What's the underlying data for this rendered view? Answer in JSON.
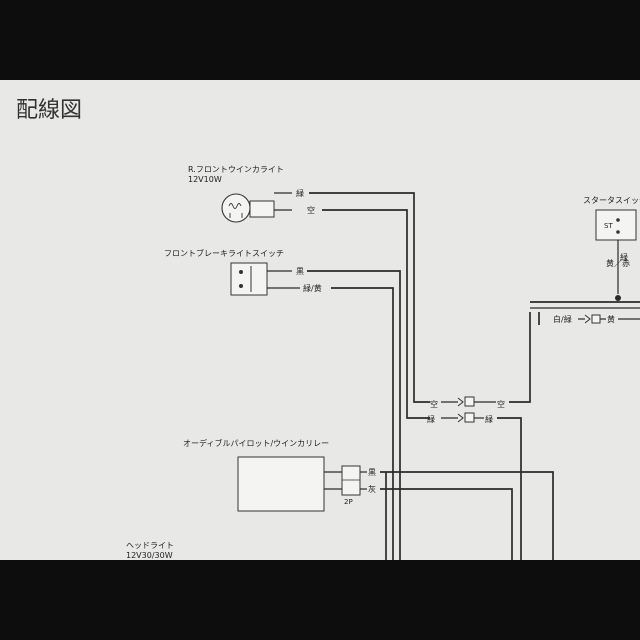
{
  "title": "配線図",
  "components": {
    "front_winker": {
      "name": "R.フロントウインカライト",
      "rating": "12V10W"
    },
    "brake_switch": {
      "name": "フロントブレーキライトスイッチ"
    },
    "starter_switch": {
      "name": "スタータスイッチ",
      "terminal_mark": "ST"
    },
    "pilot_relay": {
      "name": "オーディブルパイロット/ウインカリレー",
      "connector": "2P"
    },
    "headlight": {
      "name": "ヘッドライト",
      "rating": "12V30/30W"
    }
  },
  "wire_colors": {
    "winker_green": "緑",
    "winker_sky": "空",
    "brake_black": "黒",
    "brake_green_yellow": "緑/黄",
    "conn_sky_left": "空",
    "conn_green_left": "緑",
    "conn_sky_right": "空",
    "conn_green_right": "緑",
    "relay_black": "黒",
    "relay_gray": "灰",
    "starter_green": "緑",
    "starter_yellow_red": "黄／赤",
    "white_green": "白/緑",
    "yellow": "黄"
  },
  "colors": {
    "paper": "#e8e8e6",
    "ink": "#2b2b2b",
    "background": "#0d0d0d"
  }
}
